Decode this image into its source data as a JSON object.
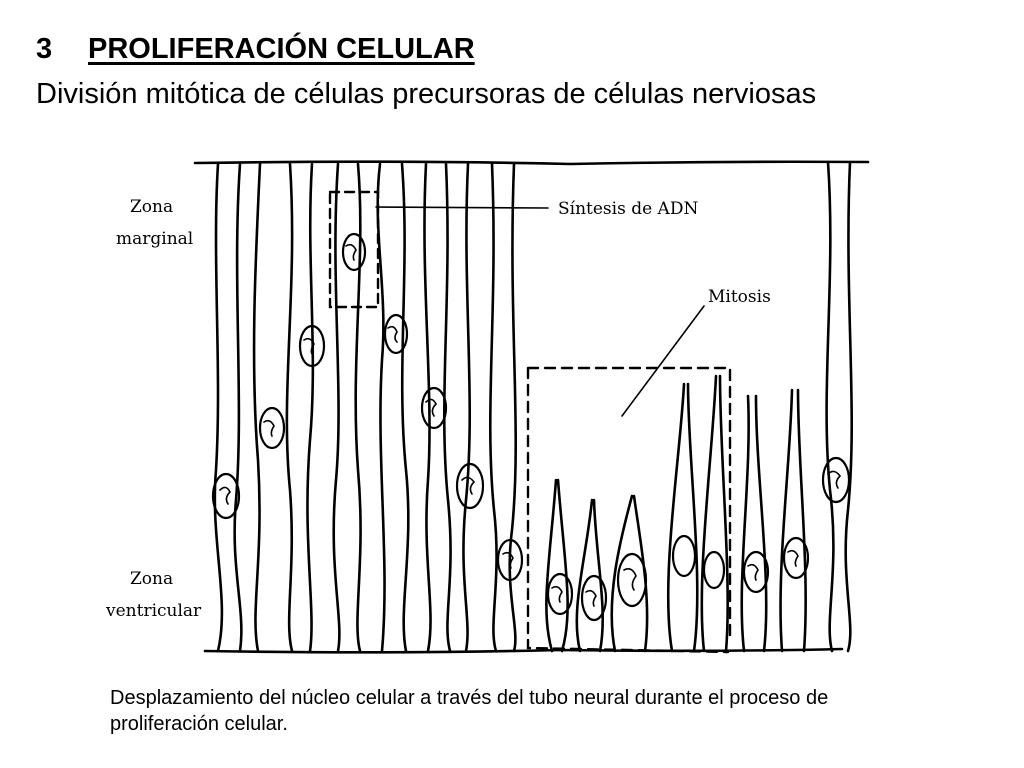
{
  "slide": {
    "number": "3",
    "title": "PROLIFERACIÓN CELULAR",
    "subtitle": "División mitótica de células precursoras de células nerviosas"
  },
  "figure": {
    "zone_top_line1": "Zona",
    "zone_top_line2": "marginal",
    "zone_bottom_line1": "Zona",
    "zone_bottom_line2": "ventricular",
    "label_dna": "Síntesis de ADN",
    "label_mitosis": "Mitosis"
  },
  "caption": {
    "text": "Desplazamiento del núcleo celular a través del tubo neural durante el proceso de proliferación celular."
  }
}
